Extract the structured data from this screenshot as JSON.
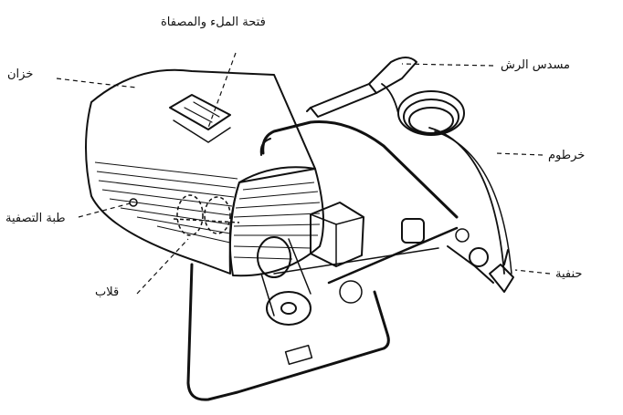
{
  "labels": {
    "fill_opening_strainer": "فتحة الملء والمصفاة",
    "tank": "خزان",
    "spray_gun": "مسدس الرش",
    "hose": "خرطوم",
    "drain_plug": "طبة التصفية",
    "valve": "حنفية",
    "agitator": "قلاب"
  }
}
